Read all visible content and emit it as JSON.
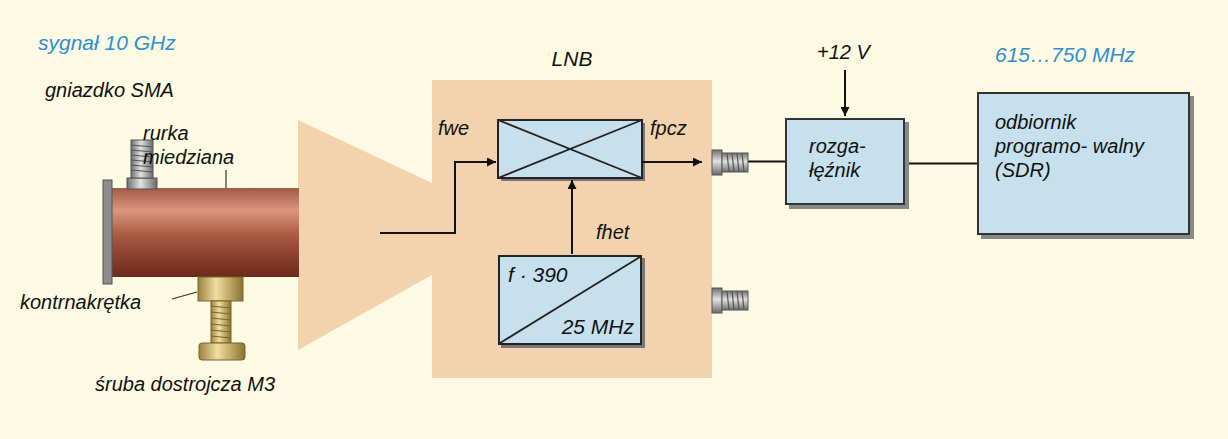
{
  "diagram": {
    "nodes": [
      {
        "text": [
          "LNB"
        ]
      },
      {
        "text": [
          "f · 390",
          "25 MHz"
        ],
        "in": 0
      },
      {
        "text": [
          "rozga- łęźnik"
        ]
      },
      {
        "text": [
          "odbiornik programo- walny (SDR)"
        ]
      }
    ],
    "edges": [
      {
        "from": 0,
        "to": 2,
        "arrow": "none"
      },
      {
        "from": 2,
        "to": 3,
        "arrow": "none"
      }
    ],
    "labels": [
      "sygnał 10 GHz",
      "gniazdko SMA",
      "rurka miedziana",
      "kontrnakrętka",
      "śruba dostrojcza M3",
      "fwe",
      "fpcz",
      "fhet",
      "+12 V",
      "615…750 MHz"
    ]
  }
}
